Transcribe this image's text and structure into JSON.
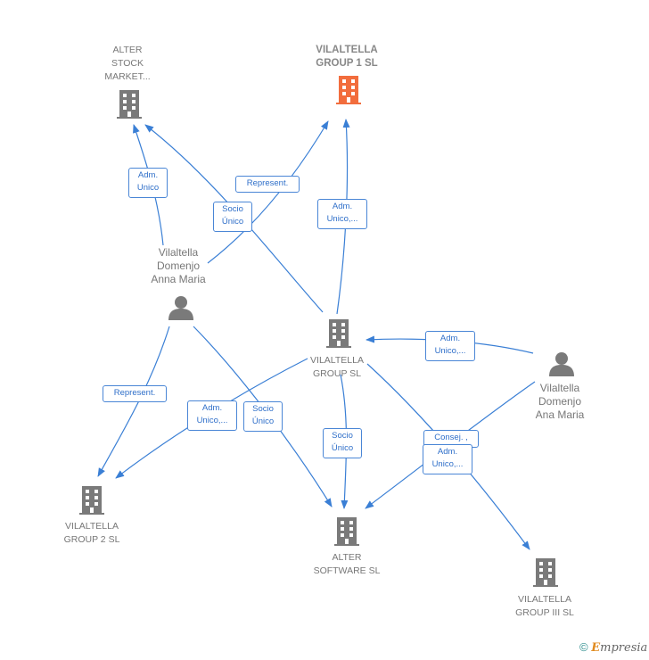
{
  "colors": {
    "edge": "#3a7fd5",
    "company": "#7a7a7a",
    "highlight": "#f26d3d",
    "person": "#7a7a7a"
  },
  "nodes": {
    "alter_stock": {
      "label": "ALTER\nSTOCK\nMARKET..."
    },
    "group1": {
      "label": "VILALTELLA\nGROUP 1  SL"
    },
    "anna": {
      "label": "Vilaltella\nDomenjo\nAnna Maria"
    },
    "group": {
      "label": "VILALTELLA\nGROUP  SL"
    },
    "ana": {
      "label": "Vilaltella\nDomenjo\nAna Maria"
    },
    "group2": {
      "label": "VILALTELLA\nGROUP 2  SL"
    },
    "alter_soft": {
      "label": "ALTER\nSOFTWARE SL"
    },
    "group3": {
      "label": "VILALTELLA\nGROUP III  SL"
    }
  },
  "edge_labels": {
    "e1": "Adm.\nUnico",
    "e2": "Represent.",
    "e3": "Socio\nÚnico",
    "e4": "Adm.\nUnico,...",
    "e5": "Adm.\nUnico,...",
    "e6": "Represent.",
    "e7": "Adm.\nUnico,...",
    "e8": "Socio\nÚnico",
    "e9": "Socio\nÚnico",
    "e10": "Consej. ,",
    "e11": "Adm.\nUnico,..."
  },
  "footer": {
    "copyright": "©",
    "brand_first": "E",
    "brand_rest": "mpresia"
  }
}
